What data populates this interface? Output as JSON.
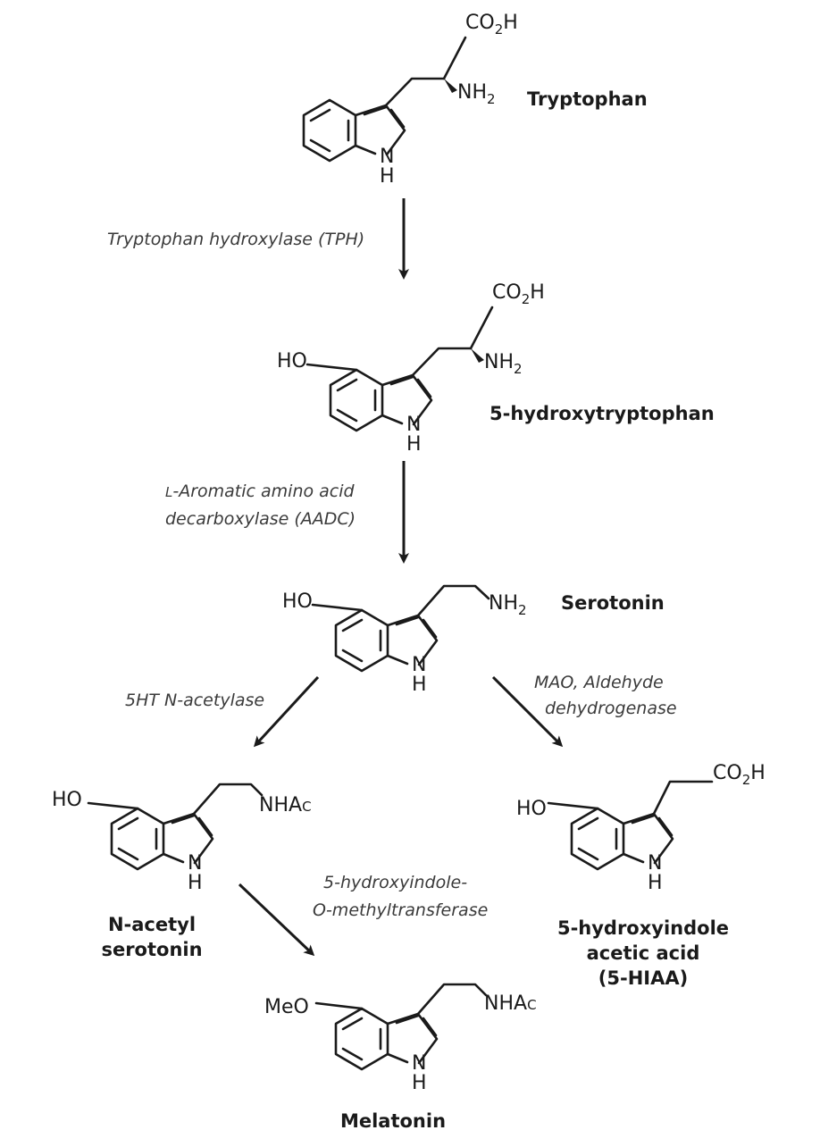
{
  "atoms": {
    "n": "N",
    "h": "H",
    "ho": "HO",
    "meo": "MeO",
    "co2h_co": "CO",
    "co2h_h": "H",
    "sub2": "2",
    "nh2_nh": "NH",
    "nhac_nha": "NHA",
    "nhac_c": "C"
  },
  "compounds": {
    "tryptophan": "Tryptophan",
    "hydroxytryptophan": "5-hydroxytryptophan",
    "serotonin": "Serotonin",
    "nacetyl_line1": "N-acetyl",
    "nacetyl_line2": "serotonin",
    "hiaa_line1": "5-hydroxyindole",
    "hiaa_line2": "acetic acid",
    "hiaa_line3": "(5-HIAA)",
    "melatonin": "Melatonin"
  },
  "enzymes": {
    "tph": "Tryptophan hydroxylase (TPH)",
    "aadc_prefix": "L",
    "aadc_line1_rest": "-Aromatic amino acid",
    "aadc_line2": "decarboxylase (AADC)",
    "nacetylase": "5HT N-acetylase",
    "mao_line1": "MAO, Aldehyde",
    "mao_line2": "dehydrogenase",
    "hiomt_line1": "5-hydroxyindole-",
    "hiomt_line2": "O-methyltransferase"
  }
}
